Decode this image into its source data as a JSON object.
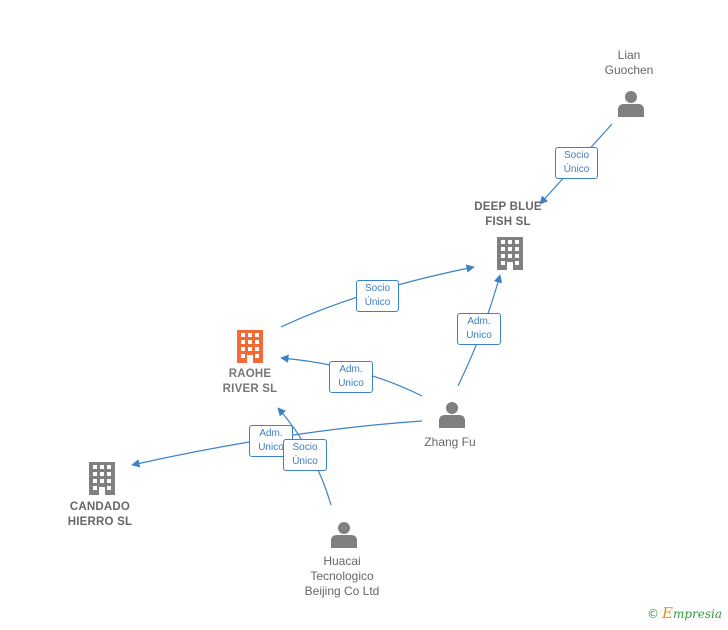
{
  "nodes": {
    "lian": {
      "label": "Lian\nGuochen",
      "icon": "person-icon"
    },
    "deepblue": {
      "label": "DEEP BLUE\nFISH  SL",
      "icon": "building-icon"
    },
    "raohe": {
      "label": "RAOHE\nRIVER  SL",
      "icon": "building-icon"
    },
    "zhang": {
      "label": "Zhang Fu",
      "icon": "person-icon"
    },
    "candado": {
      "label": "CANDADO\nHIERRO SL",
      "icon": "building-icon"
    },
    "huacai": {
      "label": "Huacai\nTecnologico\nBeijing Co Ltd",
      "icon": "person-icon"
    }
  },
  "edges": {
    "lian_deepblue": "Socio\nÚnico",
    "raohe_deepblue": "Socio\nÚnico",
    "zhang_deepblue": "Adm.\nUnico",
    "zhang_raohe": "Adm.\nUnico",
    "zhang_candado": "Adm.\nUnico",
    "huacai_raohe": "Socio\nÚnico"
  },
  "brand": {
    "copyright": "©",
    "name_first": "E",
    "name_rest": "mpresia"
  },
  "colors": {
    "edge": "#3b82c8",
    "focus_company": "#f26a36",
    "node": "#808080"
  }
}
